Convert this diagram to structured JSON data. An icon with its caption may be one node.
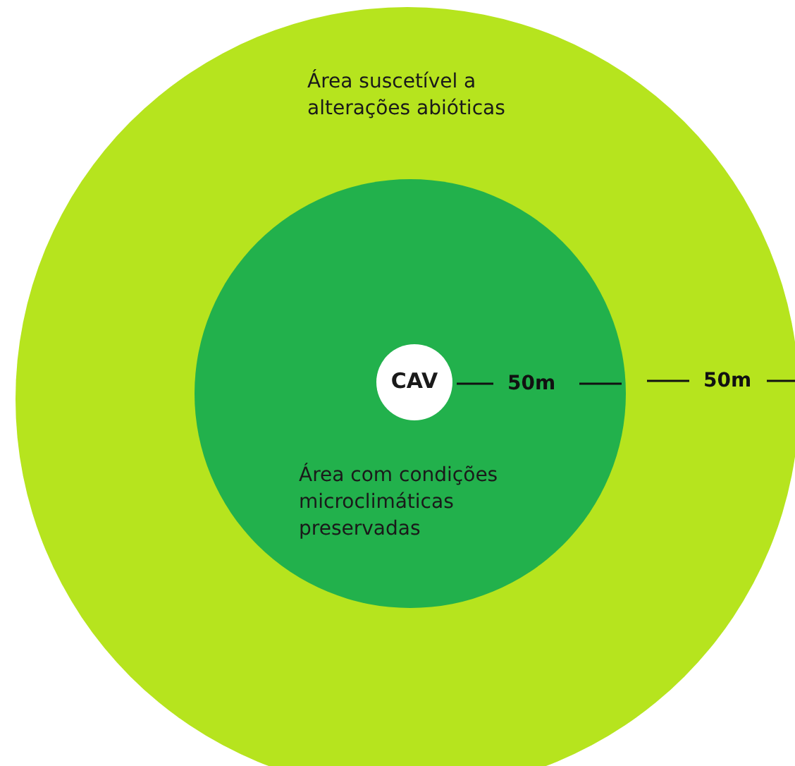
{
  "diagram": {
    "nodes": [
      {
        "text": [
          "Área suscetível a alterações abióticas"
        ]
      },
      {
        "text": [
          "Área com condições microclimáticas preservadas"
        ],
        "in": 0
      },
      {
        "text": [
          "CAV"
        ],
        "in": 1
      }
    ],
    "labels": [
      "50m",
      "50m"
    ]
  }
}
